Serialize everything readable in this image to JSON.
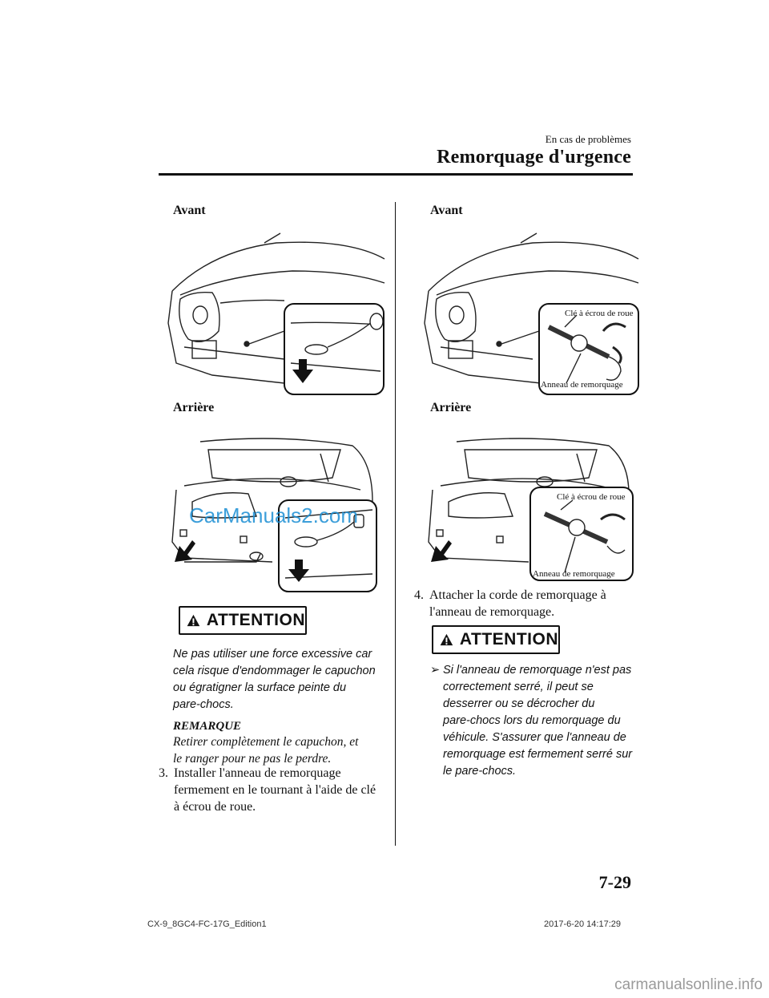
{
  "header": {
    "section": "En cas de problèmes",
    "title": "Remorquage d'urgence"
  },
  "left_col": {
    "front_label": "Avant",
    "rear_label": "Arrière",
    "warning": {
      "title": "ATTENTION",
      "lines": [
        "Ne pas utiliser une force excessive car",
        "cela risque d'endommager le capuchon",
        "ou égratigner la surface peinte du",
        "pare-chocs."
      ]
    },
    "remark": {
      "title": "REMARQUE",
      "lines": [
        "Retirer complètement le capuchon, et",
        "le ranger pour ne pas le perdre."
      ]
    },
    "step3": {
      "num": "3.",
      "lines": [
        "Installer l'anneau de remorquage",
        "fermement en le tournant à l'aide de clé",
        "à écrou de roue."
      ]
    }
  },
  "right_col": {
    "front_label": "Avant",
    "rear_label": "Arrière",
    "callouts": {
      "wrench": "Clé à écrou de roue",
      "ring": "Anneau de remorquage"
    },
    "step4": {
      "num": "4.",
      "lines": [
        "Attacher la corde de remorquage à",
        "l'anneau de remorquage."
      ]
    },
    "warning": {
      "title": "ATTENTION",
      "lines": [
        "Si l'anneau de remorquage n'est pas",
        "correctement serré, il peut se",
        "desserrer ou se décrocher du",
        "pare-chocs lors du remorquage du",
        "véhicule. S'assurer que l'anneau de",
        "remorquage est fermement serré sur",
        "le pare-chocs."
      ]
    }
  },
  "page_number": "7-29",
  "footer": {
    "left": "CX-9_8GC4-FC-17G_Edition1",
    "right": "2017-6-20 14:17:29"
  },
  "watermarks": {
    "overlay": "CarManuals2.com",
    "site": "carmanualsonline.info"
  }
}
